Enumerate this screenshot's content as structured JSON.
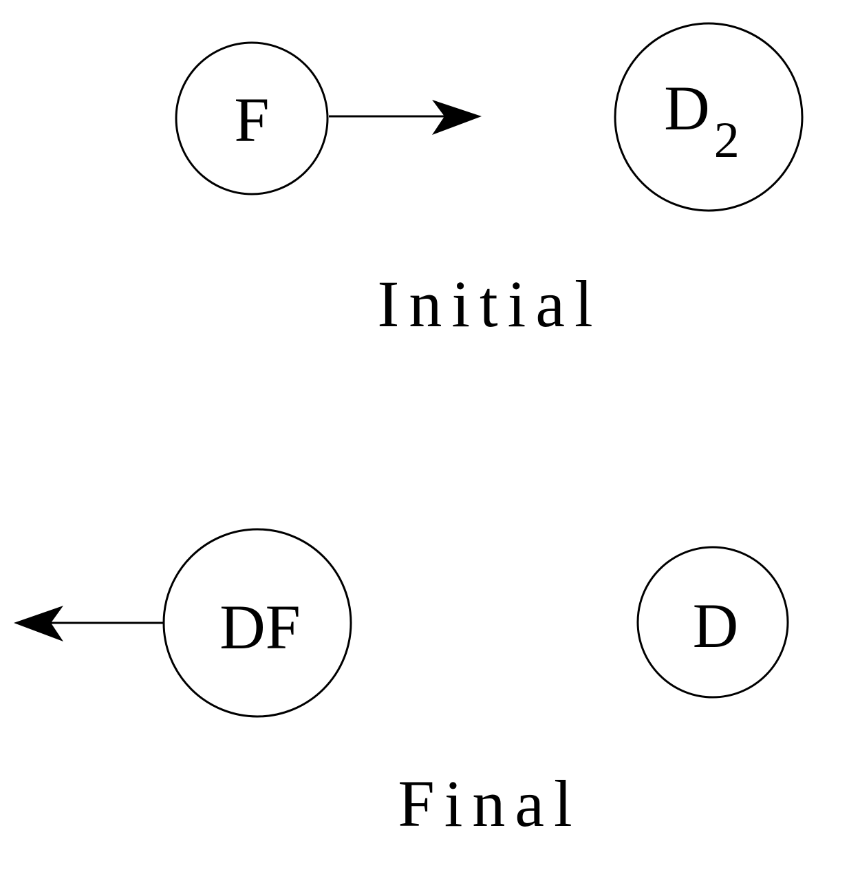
{
  "initial": {
    "label": "Initial",
    "left_node": {
      "text": "F"
    },
    "right_node": {
      "text": "D",
      "subscript": "2"
    }
  },
  "final": {
    "label": "Final",
    "left_node": {
      "text": "DF"
    },
    "right_node": {
      "text": "D"
    }
  },
  "colors": {
    "stroke": "#000000",
    "background": "#ffffff"
  }
}
